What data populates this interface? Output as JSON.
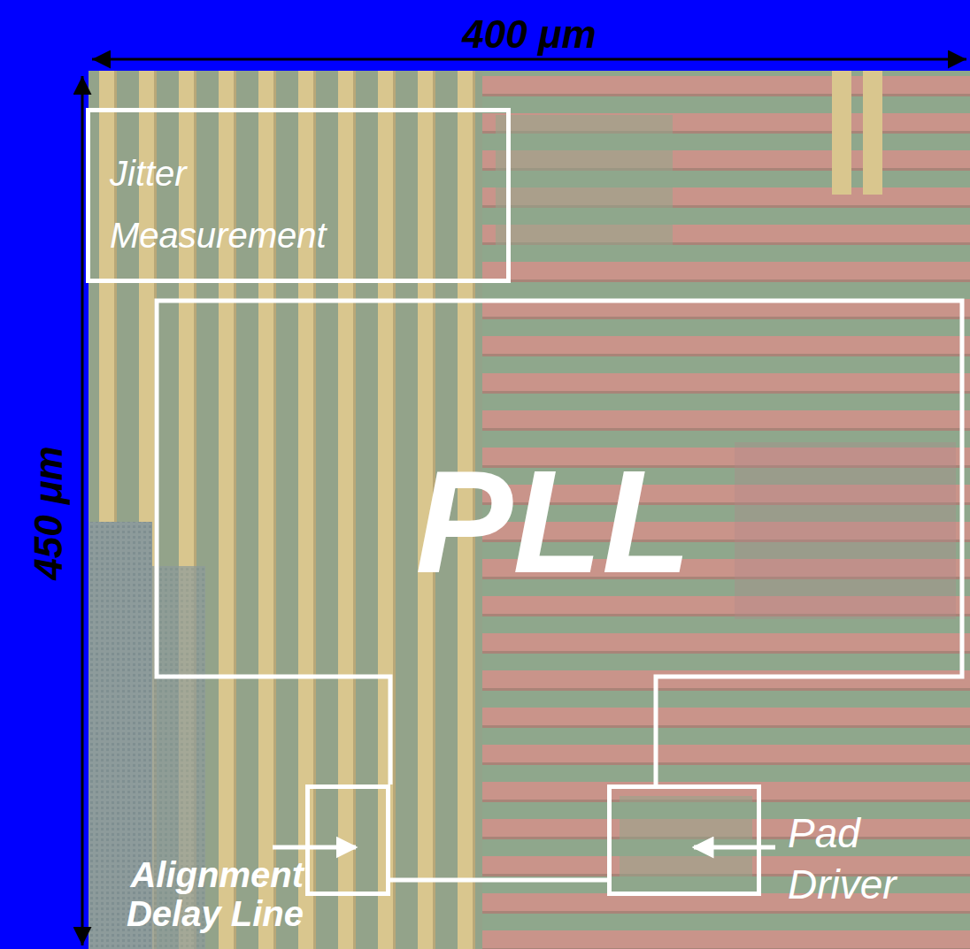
{
  "diagram": {
    "nodes": [
      {
        "text": [
          "Jitter Measurement"
        ]
      },
      {
        "text": [
          "PLL"
        ]
      },
      {
        "text": [
          "Alignment Delay Line"
        ]
      },
      {
        "text": [
          "Pad Driver"
        ]
      }
    ],
    "edges": [
      {
        "from": 3,
        "to": 2,
        "arrow": "none"
      }
    ],
    "labels": [
      "400 μm",
      "450 μm"
    ]
  }
}
